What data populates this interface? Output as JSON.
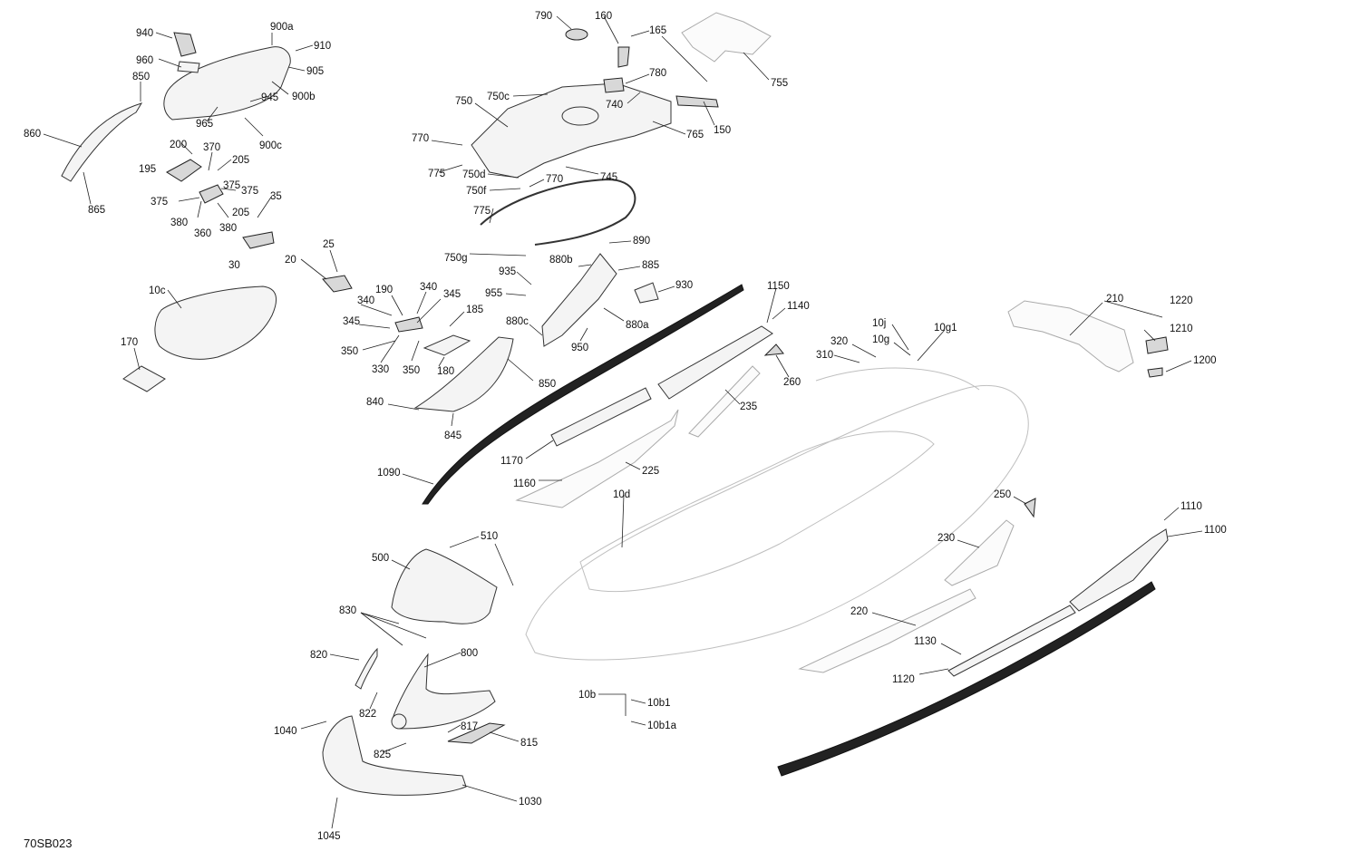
{
  "diagram_ref": "70SB023",
  "callouts": [
    "940",
    "900a",
    "910",
    "960",
    "905",
    "850",
    "945",
    "900b",
    "860",
    "965",
    "900c",
    "200",
    "370",
    "195",
    "205",
    "375",
    "375",
    "35",
    "375",
    "380",
    "360",
    "380",
    "205",
    "30",
    "865",
    "20",
    "25",
    "10c",
    "170",
    "790",
    "160",
    "165",
    "755",
    "780",
    "750c",
    "750",
    "740",
    "150",
    "770",
    "765",
    "775",
    "745",
    "750d",
    "750f",
    "770",
    "775",
    "750g",
    "890",
    "880b",
    "885",
    "935",
    "930",
    "955",
    "880c",
    "880a",
    "950",
    "190",
    "340",
    "340",
    "345",
    "345",
    "185",
    "350",
    "330",
    "350",
    "180",
    "850",
    "840",
    "845",
    "1150",
    "1140",
    "260",
    "235",
    "1170",
    "1160",
    "225",
    "1090",
    "210",
    "1220",
    "1210",
    "1200",
    "10j",
    "10g1",
    "320",
    "10g",
    "310",
    "10d",
    "250",
    "1110",
    "1100",
    "230",
    "220",
    "1130",
    "1120",
    "510",
    "500",
    "830",
    "820",
    "800",
    "822",
    "1040",
    "817",
    "815",
    "825",
    "1030",
    "1045",
    "10b",
    "10b1",
    "10b1a"
  ]
}
